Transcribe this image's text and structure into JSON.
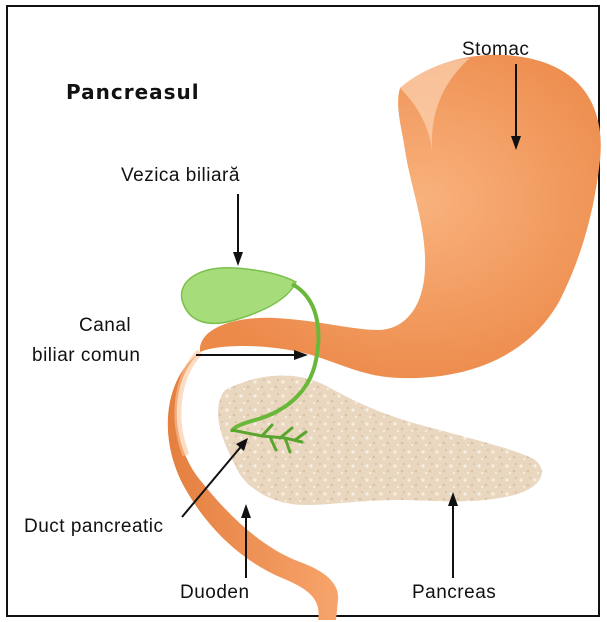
{
  "title": "Pancreasul",
  "labels": {
    "stomac": "Stomac",
    "vezica": "Vezica biliară",
    "canal_line1": "Canal",
    "canal_line2": "biliar comun",
    "duct": "Duct pancreatic",
    "duoden": "Duoden",
    "pancreas": "Pancreas"
  },
  "colors": {
    "stomach": "#f59a5f",
    "stomach_shade": "#e07f3e",
    "gallbladder": "#a6dc7a",
    "duct": "#6ab83a",
    "pancreas": "#ead7c0",
    "border": "#111111"
  }
}
